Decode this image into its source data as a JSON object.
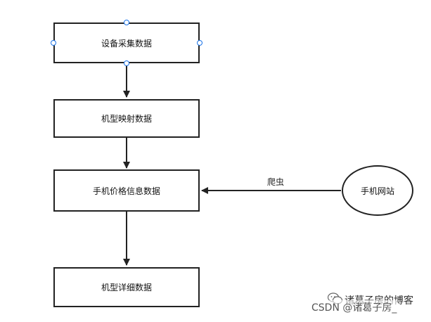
{
  "nodes": {
    "device_data": "设备采集数据",
    "model_mapping": "机型映射数据",
    "price_info": "手机价格信息数据",
    "model_detail": "机型详细数据",
    "phone_site": "手机网站"
  },
  "edges": {
    "crawler_label": "爬虫"
  },
  "watermark": {
    "wechat_text": "诸葛子房的博客",
    "csdn_text": "CSDN @诸葛子房_"
  },
  "colors": {
    "stroke": "#222222",
    "handle": "#1a73e8"
  }
}
